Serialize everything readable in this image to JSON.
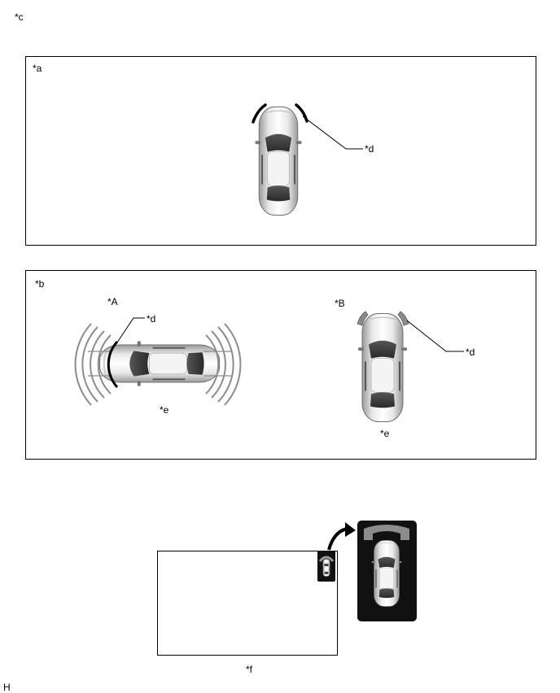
{
  "labels": {
    "c": "*c",
    "a": "*a",
    "d_top": "*d",
    "b": "*b",
    "A": "*A",
    "d_left": "*d",
    "e_left": "*e",
    "B": "*B",
    "d_right": "*d",
    "e_right": "*e",
    "f": "*f",
    "H": "H"
  },
  "colors": {
    "line": "#000000",
    "car_body": "#e6e6e6",
    "car_glass": "#3a3a3a",
    "sensor_gray": "#8c8c8c",
    "display_bg": "#111111"
  },
  "icons": [
    "car-top-view",
    "sensor-arc",
    "curved-arrow-icon"
  ]
}
